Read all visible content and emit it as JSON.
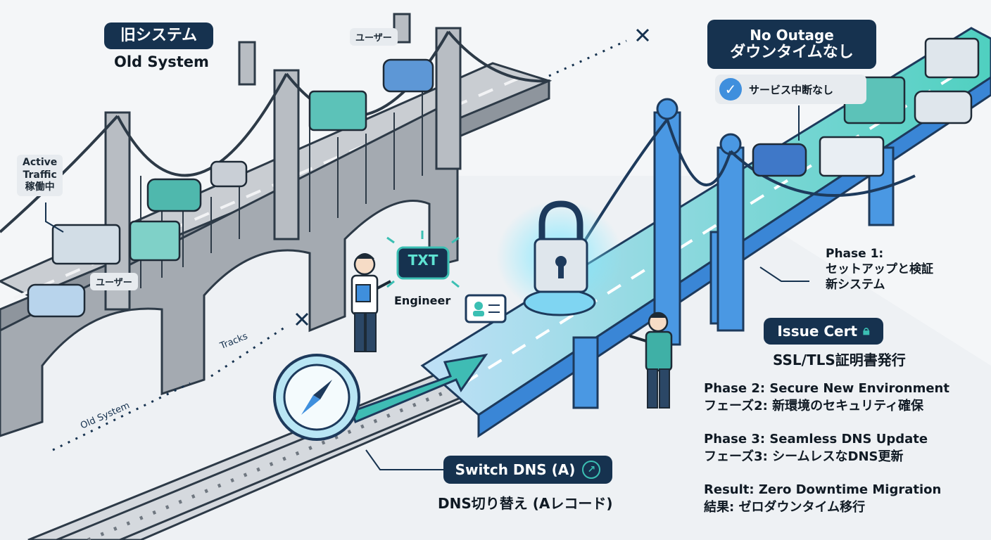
{
  "old_system": {
    "title_jp": "旧システム",
    "title_en": "Old System"
  },
  "tags": {
    "user_top": "ユーザー",
    "user_mid": "ユーザー",
    "active_traffic": [
      "Active",
      "Traffic",
      "稼働中"
    ],
    "tracks": "Tracks",
    "old_system_track": "Old System"
  },
  "no_outage": {
    "en": "No Outage",
    "jp": "ダウンタイムなし",
    "service": "サービス中断なし"
  },
  "engineer": {
    "txt": "TXT",
    "label": "Engineer"
  },
  "phase1": {
    "title": "Phase 1:",
    "line1": "セットアップと検証",
    "line2": "新システム"
  },
  "issue_cert": {
    "label": "Issue Cert",
    "sub": "SSL/TLS証明書発行"
  },
  "switch_dns": {
    "label": "Switch DNS (A)",
    "sub": "DNS切り替え (Aレコード)"
  },
  "phases": [
    {
      "en": "Phase 2: Secure New Environment",
      "jp": "フェーズ2: 新環境のセキュリティ確保"
    },
    {
      "en": "Phase 3: Seamless DNS Update",
      "jp": "フェーズ3: シームレスなDNS更新"
    },
    {
      "en": "Result: Zero Downtime Migration",
      "jp": "結果: ゼロダウンタイム移行"
    }
  ],
  "colors": {
    "navy": "#16324f",
    "blue": "#3f8fdd",
    "teal": "#3bbfb3",
    "grey": "#9aa2aa"
  }
}
